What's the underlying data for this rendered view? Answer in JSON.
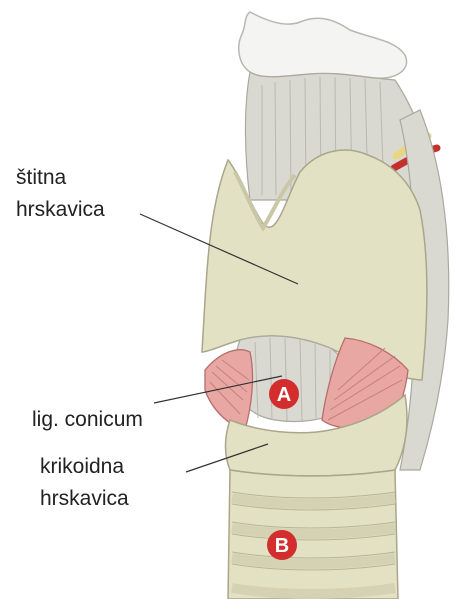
{
  "labels": {
    "thyroid_line1": "štitna",
    "thyroid_line2": "hrskavica",
    "ligament": "lig. conicum",
    "cricoid_line1": "krikoidna",
    "cricoid_line2": "hrskavica"
  },
  "markers": {
    "a": "A",
    "b": "B"
  },
  "colors": {
    "cartilage": "#e3e1c4",
    "cartilage_shadow": "#c9c7a6",
    "tissue": "#d9d9d2",
    "muscle": "#e8a7a3",
    "marker": "#d32d2d",
    "hyoid": "#f4f4f2",
    "vessel_red": "#c4302b",
    "vessel_yellow": "#e8d680"
  }
}
